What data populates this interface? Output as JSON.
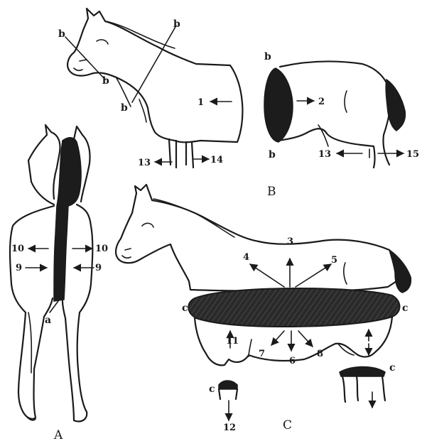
{
  "figure_labels": {
    "a": "A",
    "b": "B",
    "c": "C"
  },
  "cut_labels": {
    "a": "a",
    "b": "b",
    "c": "c"
  },
  "numbers": {
    "n1": "1",
    "n2": "2",
    "n3": "3",
    "n4": "4",
    "n5": "5",
    "n6": "6",
    "n7": "7",
    "n8": "8",
    "n9": "9",
    "n10": "10",
    "n11": "11",
    "n12": "12",
    "n13": "13",
    "n14": "14",
    "n15": "15"
  },
  "colors": {
    "ink": "#1a1a1a",
    "paper": "#ffffff"
  },
  "icons": [
    "arrow-icon"
  ]
}
